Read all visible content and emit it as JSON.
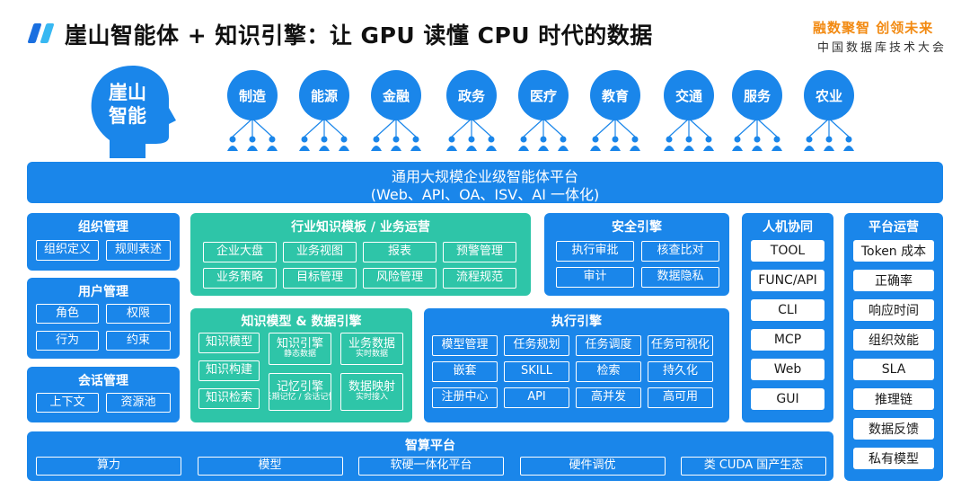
{
  "header": {
    "title": "崖山智能体 + 知识引擎：让 GPU 读懂 CPU 时代的数据",
    "logo_slogan": "融数聚智 创领未来",
    "logo_org": "中国数据库技术大会",
    "colors": {
      "bar_dark": "#1a6fe0",
      "bar_light": "#38b8f2",
      "slogan": "#f28a12"
    }
  },
  "head_label": "崖山\n智能",
  "industries": [
    "制造",
    "能源",
    "金融",
    "政务",
    "医疗",
    "教育",
    "交通",
    "服务",
    "农业"
  ],
  "platform": {
    "line1": "通用大规模企业级智能体平台",
    "line2": "(Web、API、OA、ISV、AI 一体化)"
  },
  "org_mgmt": {
    "title": "组织管理",
    "items": [
      "组织定义",
      "规则表述"
    ]
  },
  "user_mgmt": {
    "title": "用户管理",
    "items": [
      "角色",
      "权限",
      "行为",
      "约束"
    ]
  },
  "session_mgmt": {
    "title": "会话管理",
    "items": [
      "上下文",
      "资源池"
    ]
  },
  "industry_kb": {
    "title": "行业知识模板 / 业务运营",
    "items": [
      "企业大盘",
      "业务视图",
      "报表",
      "预警管理",
      "业务策略",
      "目标管理",
      "风险管理",
      "流程规范"
    ]
  },
  "security": {
    "title": "安全引擎",
    "items": [
      "执行审批",
      "核查比对",
      "审计",
      "数据隐私"
    ]
  },
  "knowledge": {
    "title": "知识模型 & 数据引擎",
    "left": [
      "知识模型",
      "知识构建",
      "知识检索"
    ],
    "mid": [
      {
        "main": "知识引擎",
        "sub": "静态数据"
      },
      {
        "main": "记忆引擎",
        "sub": "长期记忆 / 会话记忆"
      }
    ],
    "right": [
      {
        "main": "业务数据",
        "sub": "实时数据"
      },
      {
        "main": "数据映射",
        "sub": "实时接入"
      }
    ]
  },
  "execution": {
    "title": "执行引擎",
    "items": [
      "模型管理",
      "任务规划",
      "任务调度",
      "任务可视化",
      "嵌套",
      "SKILL",
      "检索",
      "持久化",
      "注册中心",
      "API",
      "高并发",
      "高可用"
    ]
  },
  "hci": {
    "title": "人机协同",
    "items": [
      "TOOL",
      "FUNC/API",
      "CLI",
      "MCP",
      "Web",
      "GUI"
    ]
  },
  "ops": {
    "title": "平台运营",
    "items": [
      "Token 成本",
      "正确率",
      "响应时间",
      "组织效能",
      "SLA",
      "推理链",
      "数据反馈",
      "私有模型"
    ]
  },
  "compute": {
    "title": "智算平台",
    "items": [
      "算力",
      "模型",
      "软硬一体化平台",
      "硬件调优",
      "类 CUDA 国产生态"
    ]
  },
  "palette": {
    "blue": "#1a86ea",
    "teal": "#2ec5a8",
    "white": "#ffffff",
    "dark_text": "#111111"
  }
}
